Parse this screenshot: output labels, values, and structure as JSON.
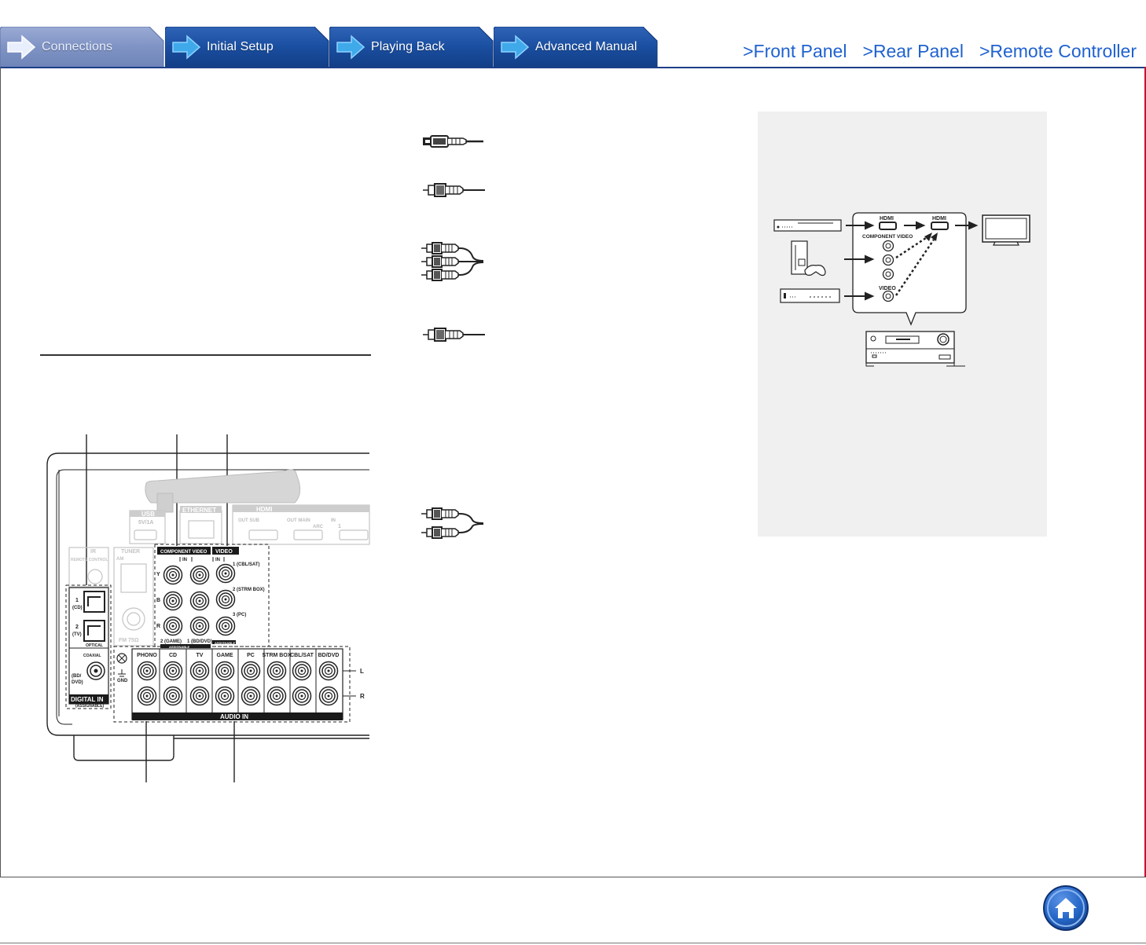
{
  "nav": {
    "tabs": [
      {
        "label": "Connections",
        "active": true
      },
      {
        "label": "Initial Setup",
        "active": false
      },
      {
        "label": "Playing Back",
        "active": false
      },
      {
        "label": "Advanced Manual",
        "active": false
      }
    ],
    "links": [
      ">Front Panel",
      ">Rear Panel",
      ">Remote Controller"
    ]
  },
  "colors": {
    "tab_active": "#7f93c4",
    "tab_inactive": "#1a4ea0",
    "link": "#1f62cf",
    "frame_right": "#c8102e",
    "home_button": "#2364c4",
    "info_box_bg": "#f0f0f0"
  },
  "rear_panel": {
    "antenna_labels": [
      "USB",
      "5V/1A",
      "ETHERNET",
      "HDMI",
      "OUT SUB",
      "OUT MAIN",
      "ARC",
      "IN",
      "1"
    ],
    "ir": {
      "title": "IR",
      "sub": "REMOTE CONTROL"
    },
    "tuner": {
      "title": "TUNER",
      "am": "AM",
      "fm": "FM 75Ω"
    },
    "digital_in": {
      "optical": [
        "1",
        "(CD)",
        "2",
        "(TV)",
        "OPTICAL"
      ],
      "coaxial": [
        "COAXIAL",
        "(BD/",
        "DVD)"
      ],
      "title": "DIGITAL IN",
      "sub": "(ASSIGNABLE)"
    },
    "component_video": {
      "title": "COMPONENT VIDEO",
      "in_label": "IN",
      "rows": [
        "Y",
        "B",
        "R"
      ],
      "inputs": [
        "2 (GAME)",
        "1 (BD/DVD)"
      ],
      "assignable": "ASSIGNABLE"
    },
    "video": {
      "title": "VIDEO",
      "in_label": "IN",
      "inputs": [
        "1 (CBL/SAT)",
        "2 (STRM BOX)",
        "3 (PC)"
      ],
      "assignable": "ASSIGNABLE"
    },
    "audio_in": {
      "title": "AUDIO IN",
      "gnd": "GND",
      "columns": [
        "PHONO",
        "CD",
        "TV",
        "GAME",
        "PC",
        "STRM BOX",
        "CBL/SAT",
        "BD/DVD"
      ],
      "channels": [
        "L",
        "R"
      ]
    }
  },
  "diagram": {
    "receiver_labels": [
      "HDMI",
      "HDMI",
      "COMPONENT VIDEO",
      "VIDEO"
    ],
    "devices": [
      "bd-player-icon",
      "game-console-icon",
      "set-top-box-icon",
      "tv-icon",
      "av-receiver-icon"
    ]
  },
  "cables": [
    "optical-digital-cable-icon",
    "coaxial-digital-cable-icon",
    "component-video-cable-icon",
    "composite-video-cable-icon",
    "analog-audio-cable-icon"
  ],
  "home": {
    "icon": "home-icon"
  }
}
